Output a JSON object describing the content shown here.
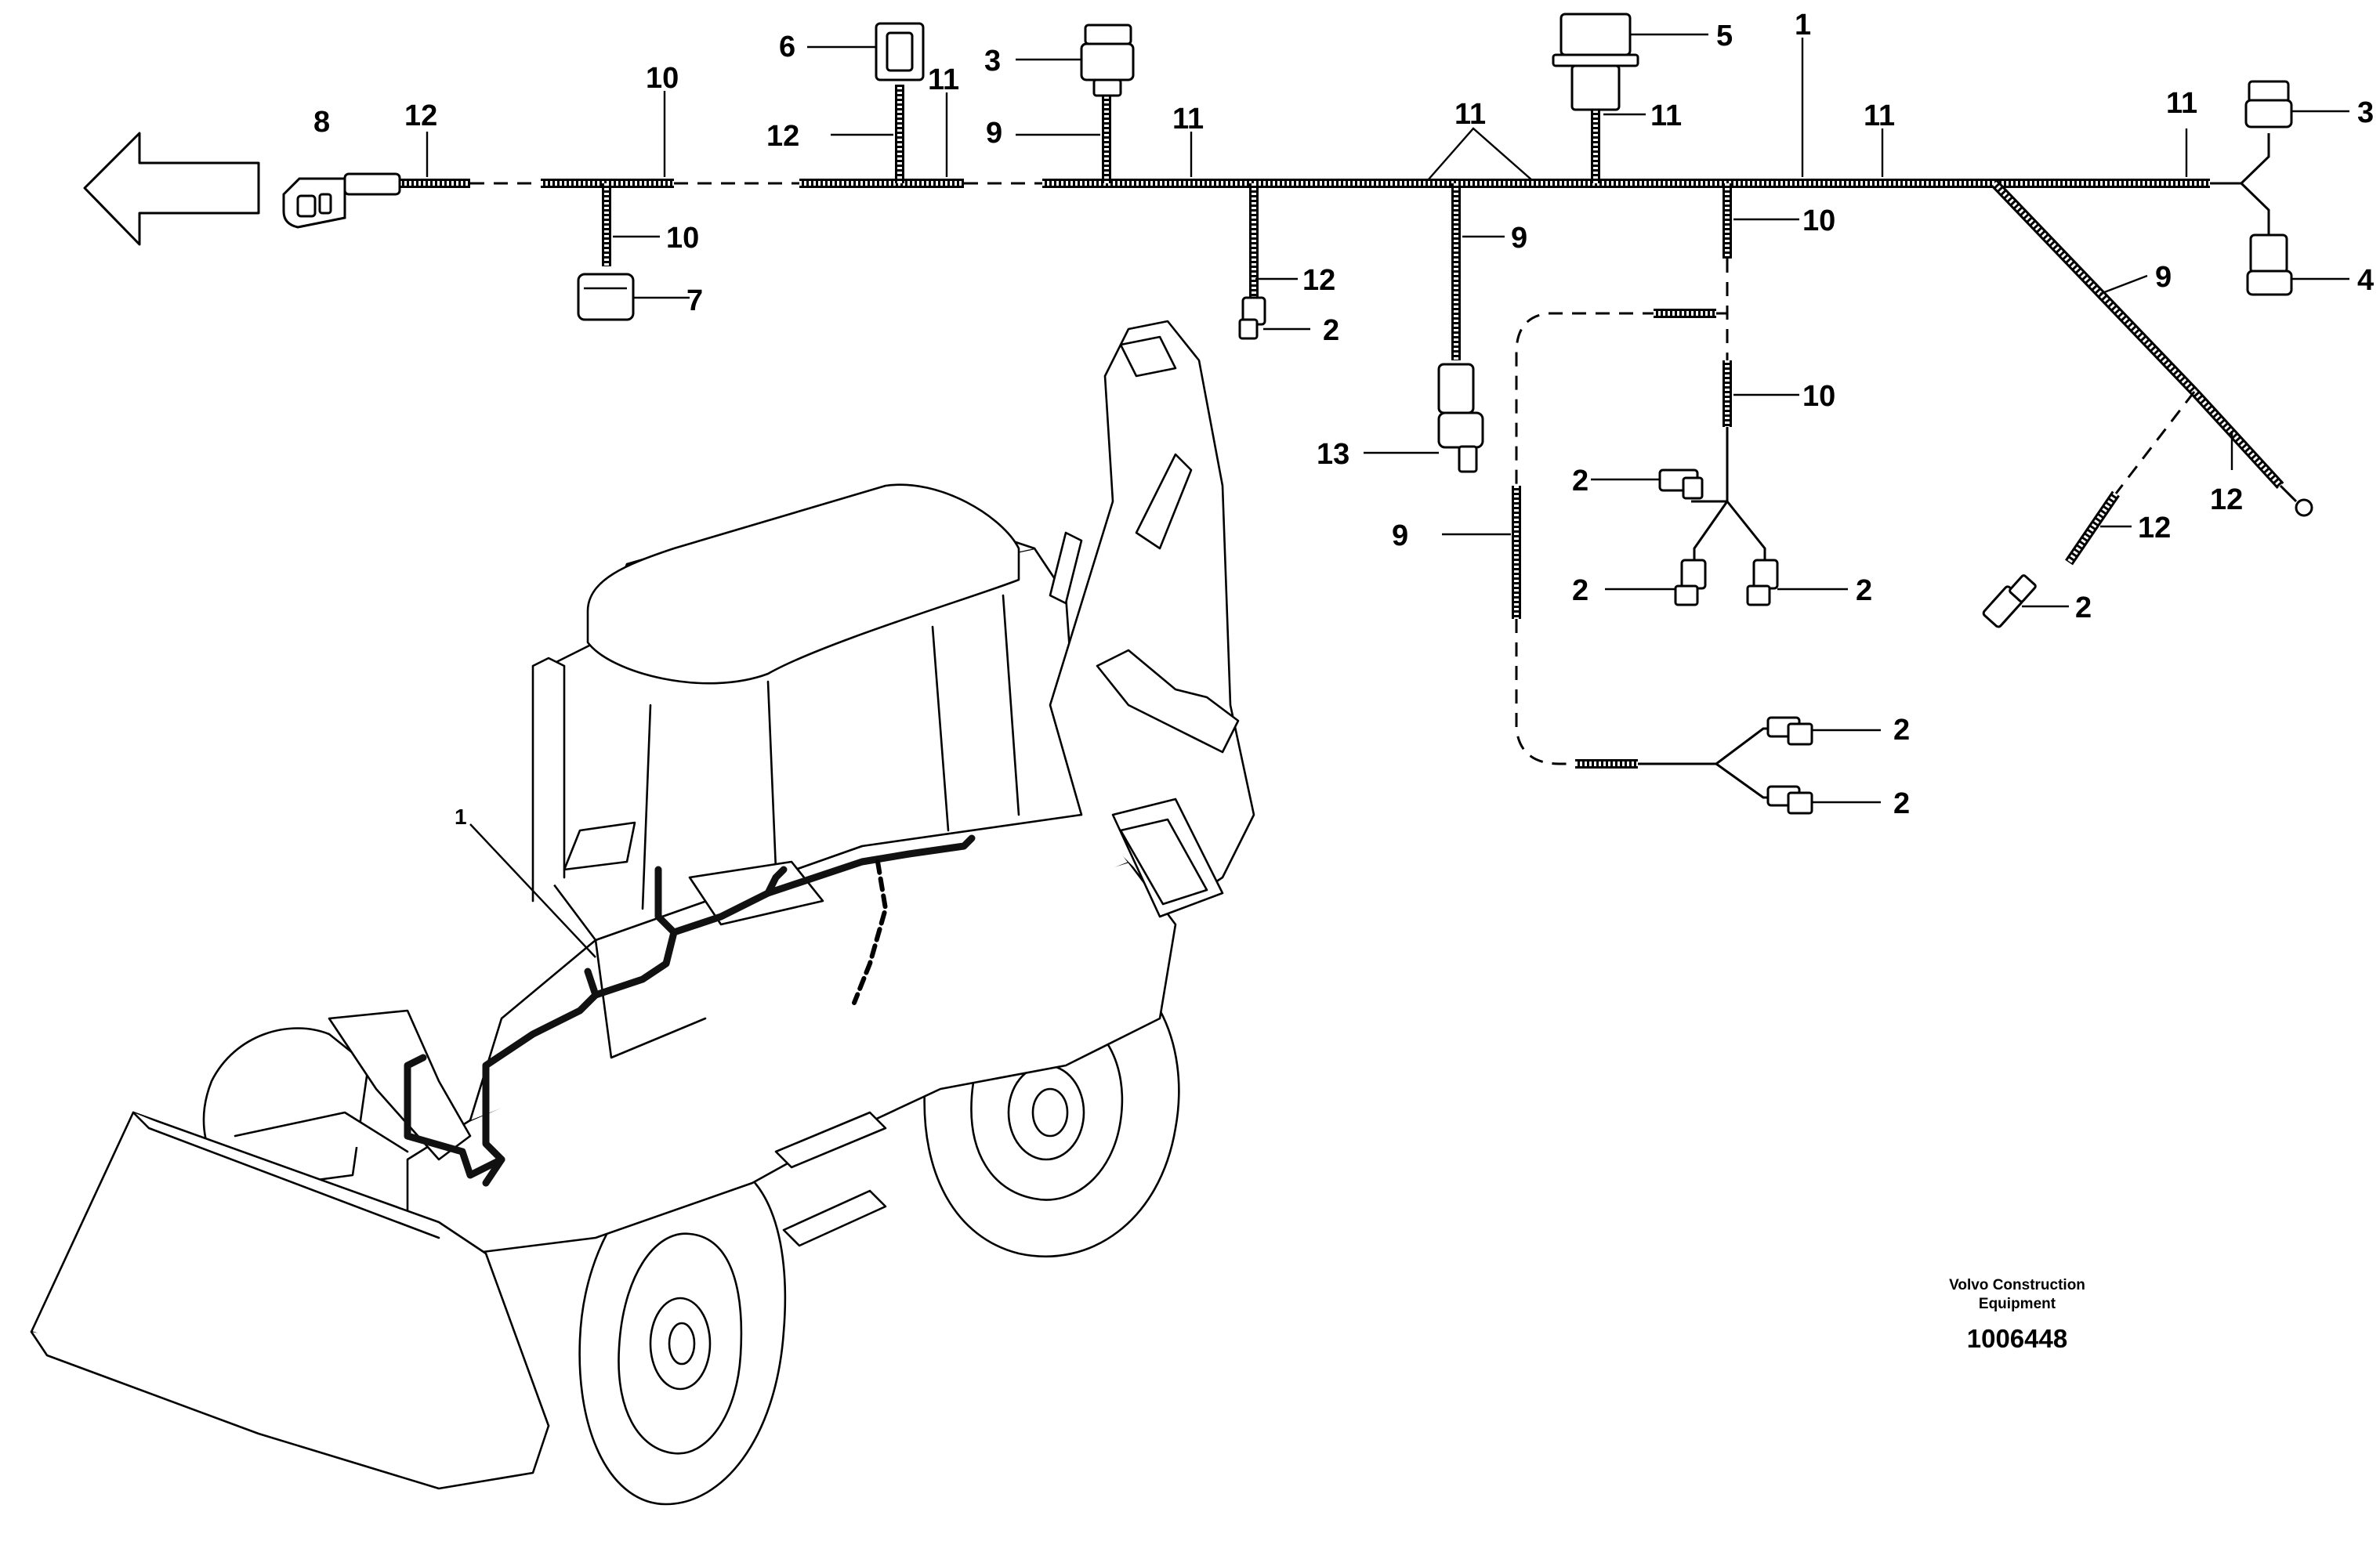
{
  "figure": {
    "callouts": [
      "1",
      "2",
      "3",
      "4",
      "5",
      "6",
      "7",
      "8",
      "9",
      "10",
      "11",
      "12",
      "13"
    ],
    "footer": {
      "company_line1": "Volvo Construction",
      "company_line2": "Equipment",
      "drawing_number": "1006448"
    },
    "icons": [
      "forward-direction-arrow-icon",
      "backhoe-loader-illustration"
    ]
  }
}
